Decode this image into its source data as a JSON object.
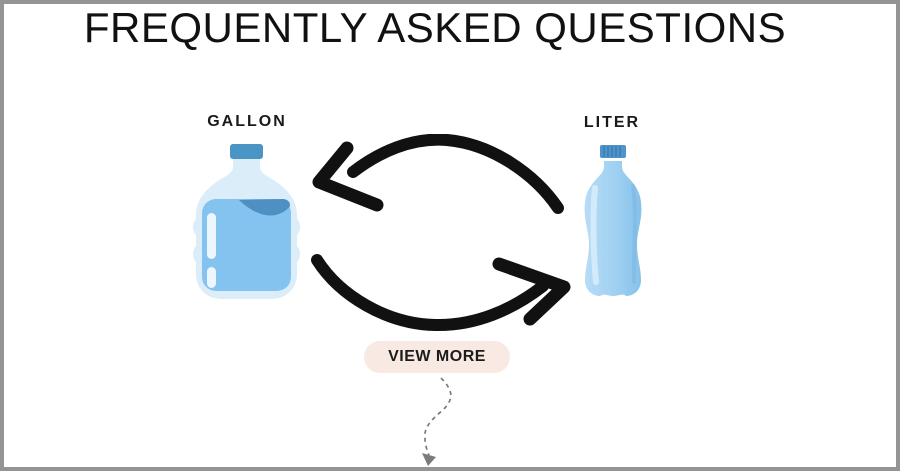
{
  "page": {
    "title": "FREQUENTLY ASKED QUESTIONS"
  },
  "converter": {
    "items": [
      {
        "label": "GALLON",
        "icon": "gallon-jug-icon"
      },
      {
        "label": "LITER",
        "icon": "liter-bottle-icon"
      }
    ],
    "arrows_icon": "swap-arrows-icon"
  },
  "view_more": {
    "label": "VIEW MORE"
  },
  "colors": {
    "frame_border": "#949494",
    "title_text": "#111111",
    "label_text": "#1a1a1a",
    "arrow_black": "#111111",
    "pill_bg": "#f8e9e3",
    "pill_text": "#1c1c1c",
    "dashed_arrow": "#7b7b7b",
    "jug_body": "#dcedfa",
    "jug_water": "#84c3f0",
    "jug_wave": "#4e90c4",
    "jug_cap": "#4b94c6",
    "jug_highlight": "#ffffff",
    "bottle_cap": "#4f93cb",
    "bottle_cap_stripe": "#3a7cae",
    "bottle_body_light": "#b7dcf6",
    "bottle_body_mid": "#9fd0f2",
    "bottle_body_dark": "#86c1ea",
    "bottle_highlight": "#d6ecfb",
    "bottle_shade": "#7cb6e2"
  }
}
